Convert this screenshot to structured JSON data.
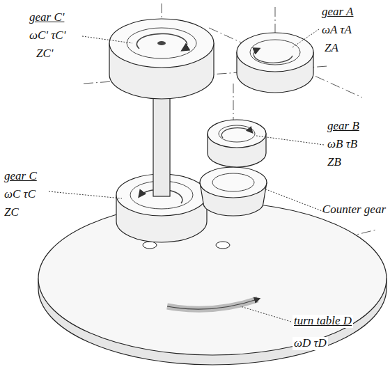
{
  "diagram": {
    "labels": [
      "gear C'",
      "ωC' τC'",
      "ZC'",
      "gear A",
      "ωA τA",
      "ZA",
      "gear B",
      "ωB τB",
      "ZB",
      "gear C",
      "ωC τC",
      "ZC",
      "Counter gear",
      "turn table D",
      "ωD τD"
    ]
  }
}
